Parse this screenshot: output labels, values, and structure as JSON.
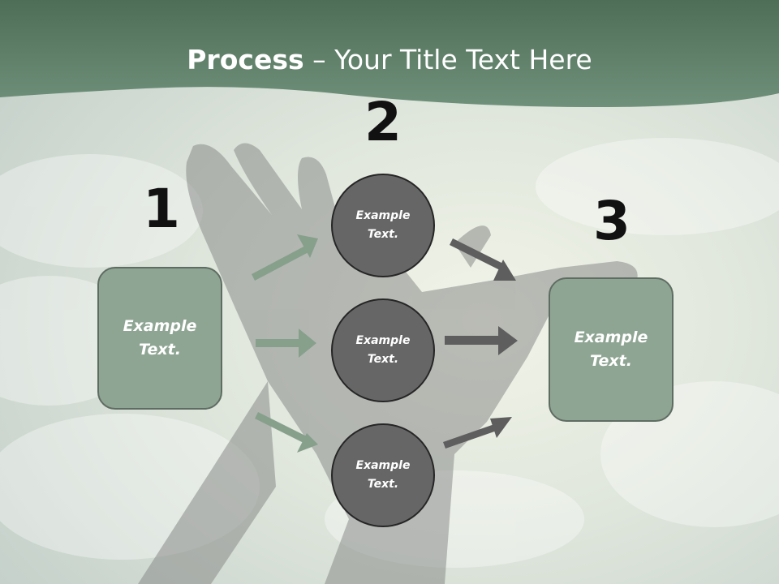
{
  "title": {
    "bold": "Process",
    "rest": " – Your Title Text Here"
  },
  "steps": {
    "one": "1",
    "two": "2",
    "three": "3"
  },
  "boxes": {
    "left": "Example\nText.",
    "right": "Example\nText."
  },
  "circles": {
    "top": "Example\nText.",
    "middle": "Example\nText.",
    "bottom": "Example\nText."
  },
  "colors": {
    "header_green": "#5e7d68",
    "box_fill": "#8fa593",
    "circle_fill": "#666666",
    "arrow_green": "#87a08c",
    "arrow_dark": "#5e5e5e"
  },
  "icons": [
    "hands-silhouette-background",
    "sky-background"
  ]
}
